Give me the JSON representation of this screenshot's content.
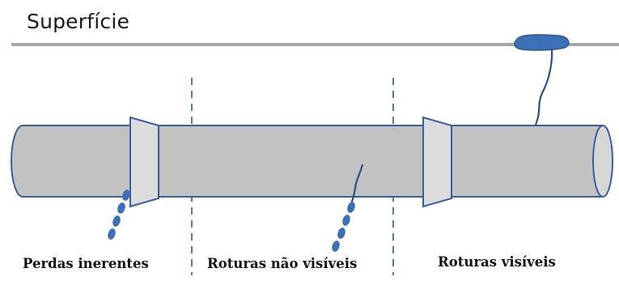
{
  "surface": {
    "label": "Superfície"
  },
  "zones": [
    {
      "label": "Perdas inerentes"
    },
    {
      "label": "Roturas não visíveis"
    },
    {
      "label": "Roturas visíveis"
    }
  ],
  "colors": {
    "ground_line": "#a6a6a6",
    "pipe_fill": "#c2c2c2",
    "pipe_stroke": "#3a5f9e",
    "collar_fill": "#dcdcdc",
    "leak_fill": "#3d6fb4",
    "divider": "#4a7bc0"
  }
}
